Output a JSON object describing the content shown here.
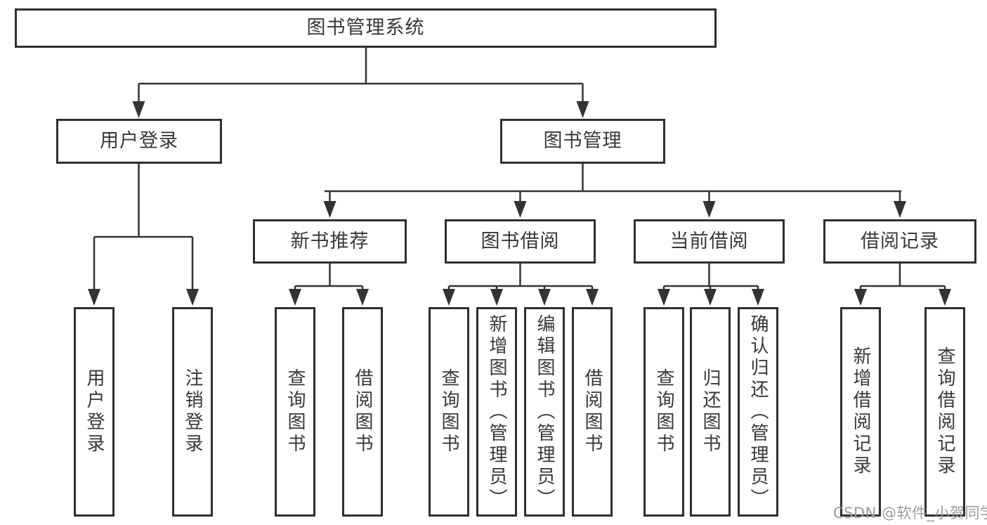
{
  "diagram": {
    "root": {
      "label": "图书管理系统",
      "children": [
        {
          "label": "用户登录",
          "children": [
            {
              "label": "用户登录"
            },
            {
              "label": "注销登录"
            }
          ]
        },
        {
          "label": "图书管理",
          "children": [
            {
              "label": "新书推荐",
              "children": [
                {
                  "label": "查询图书"
                },
                {
                  "label": "借阅图书"
                }
              ]
            },
            {
              "label": "图书借阅",
              "children": [
                {
                  "label": "查询图书"
                },
                {
                  "label": "新增图书（管理员）"
                },
                {
                  "label": "编辑图书（管理员）"
                },
                {
                  "label": "借阅图书"
                }
              ]
            },
            {
              "label": "当前借阅",
              "children": [
                {
                  "label": "查询图书"
                },
                {
                  "label": "归还图书"
                },
                {
                  "label": "确认归还（管理员）"
                }
              ]
            },
            {
              "label": "借阅记录",
              "children": [
                {
                  "label": "新增借阅记录"
                },
                {
                  "label": "查询借阅记录"
                }
              ]
            }
          ]
        }
      ]
    },
    "watermark": "CSDN @软件_小贺同学",
    "colors": {
      "line": "#333333",
      "box_border": "#2f2f2f",
      "text": "#383838",
      "watermark": "#9b9b9b",
      "background": "#ffffff"
    }
  }
}
